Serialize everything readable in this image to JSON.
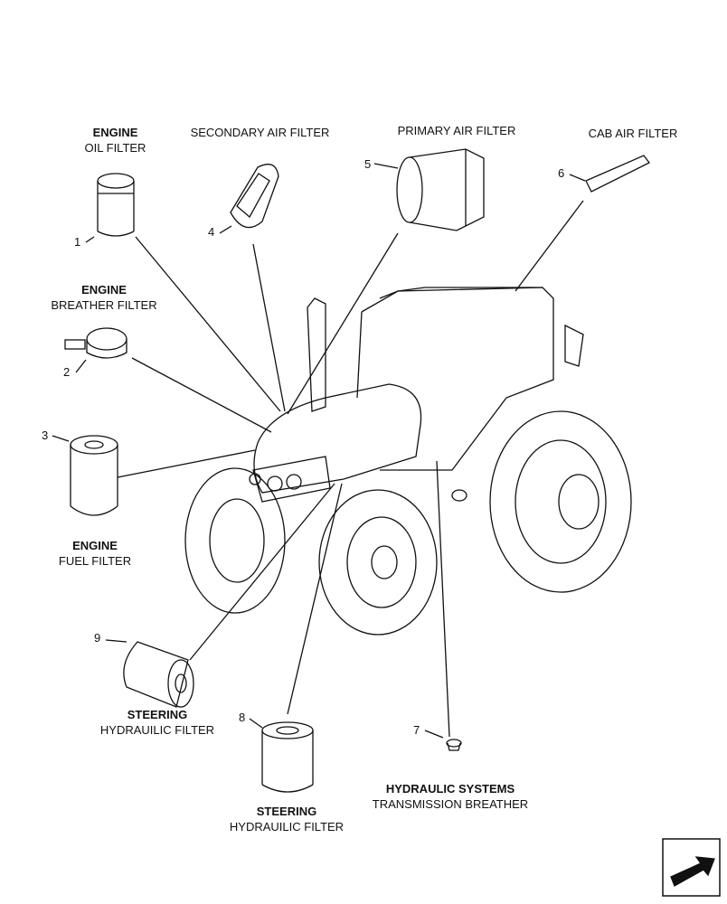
{
  "parts": [
    {
      "num": "1",
      "title": "ENGINE",
      "sub": "OIL FILTER"
    },
    {
      "num": "2",
      "title": "ENGINE",
      "sub": "BREATHER FILTER"
    },
    {
      "num": "3",
      "title": "ENGINE",
      "sub": "FUEL FILTER"
    },
    {
      "num": "4",
      "title": "",
      "sub": "SECONDARY AIR FILTER"
    },
    {
      "num": "5",
      "title": "",
      "sub": "PRIMARY AIR FILTER"
    },
    {
      "num": "6",
      "title": "",
      "sub": "CAB AIR FILTER"
    },
    {
      "num": "7",
      "title": "HYDRAULIC SYSTEMS",
      "sub": "TRANSMISSION BREATHER"
    },
    {
      "num": "8",
      "title": "STEERING",
      "sub": "HYDRAUILIC FILTER"
    },
    {
      "num": "9",
      "title": "STEERING",
      "sub": "HYDRAUILIC FILTER"
    }
  ]
}
